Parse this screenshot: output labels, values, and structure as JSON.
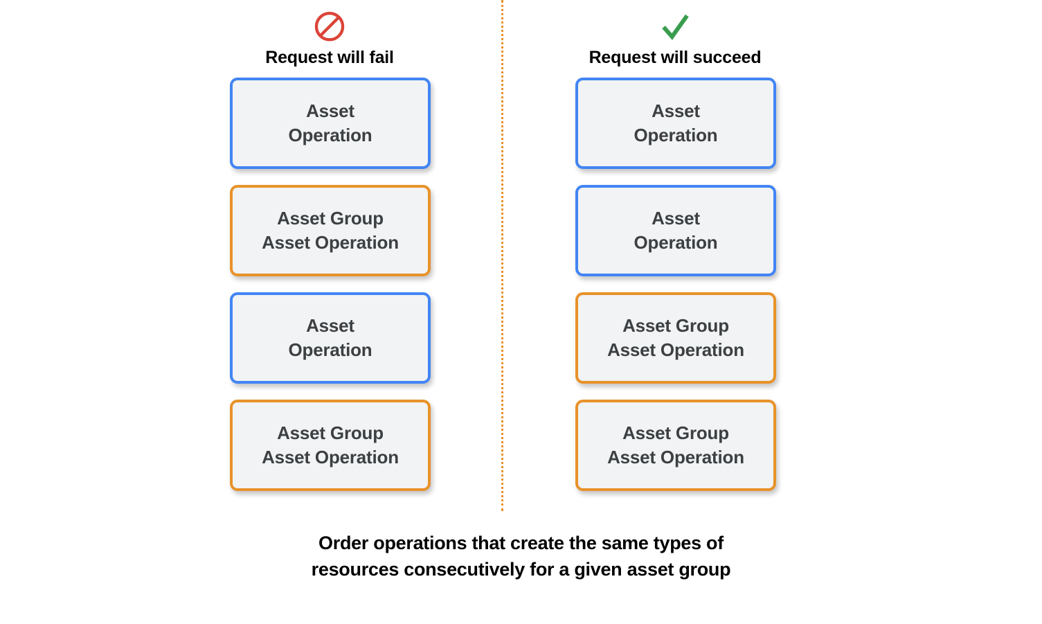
{
  "diagram": {
    "columns": [
      {
        "key": "fail",
        "icon": "prohibition-icon",
        "icon_color": "#DB4437",
        "title": "Request will fail",
        "boxes": [
          {
            "label": "Asset\nOperation",
            "type": "asset-operation",
            "color": "blue",
            "border_color": "#4285F4"
          },
          {
            "label": "Asset Group\nAsset Operation",
            "type": "asset-group-asset-operation",
            "color": "orange",
            "border_color": "#E8922A"
          },
          {
            "label": "Asset\nOperation",
            "type": "asset-operation",
            "color": "blue",
            "border_color": "#4285F4"
          },
          {
            "label": "Asset Group\nAsset Operation",
            "type": "asset-group-asset-operation",
            "color": "orange",
            "border_color": "#E8922A"
          }
        ]
      },
      {
        "key": "succeed",
        "icon": "check-icon",
        "icon_color": "#3A9D4E",
        "title": "Request will succeed",
        "boxes": [
          {
            "label": "Asset\nOperation",
            "type": "asset-operation",
            "color": "blue",
            "border_color": "#4285F4"
          },
          {
            "label": "Asset\nOperation",
            "type": "asset-operation",
            "color": "blue",
            "border_color": "#4285F4"
          },
          {
            "label": "Asset Group\nAsset Operation",
            "type": "asset-group-asset-operation",
            "color": "orange",
            "border_color": "#E8922A"
          },
          {
            "label": "Asset Group\nAsset Operation",
            "type": "asset-group-asset-operation",
            "color": "orange",
            "border_color": "#E8922A"
          }
        ]
      }
    ],
    "caption": {
      "line1": "Order operations that create the same types of",
      "line2": "resources consecutively for a given asset group"
    },
    "colors": {
      "blue": "#4285F4",
      "orange": "#E8922A",
      "red": "#DB4437",
      "green": "#3A9D4E",
      "box_fill": "#F1F3F4",
      "box_text": "#3C4043",
      "divider": "#E8922A"
    }
  }
}
